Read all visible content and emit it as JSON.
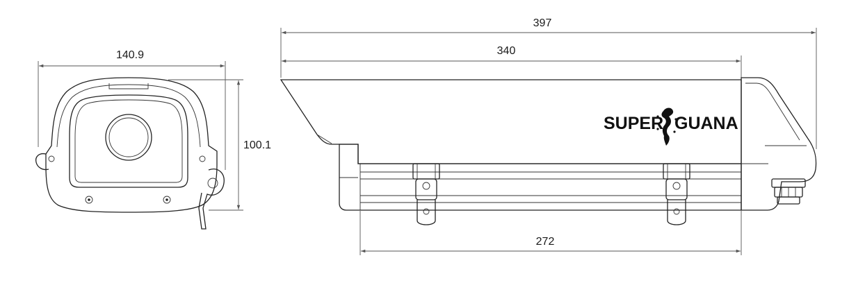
{
  "dimensions": {
    "front_width": "140.9",
    "front_height": "100.1",
    "overall_length": "397",
    "body_length": "340",
    "rail_length": "272"
  },
  "logo": {
    "text_left": "SUPER",
    "text_right": "GUANA"
  },
  "colors": {
    "line": "#222222",
    "dimension_line": "#555555"
  }
}
